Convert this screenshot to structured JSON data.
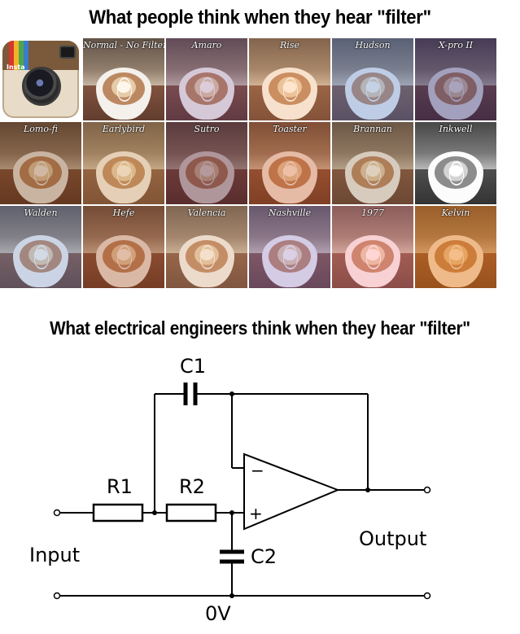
{
  "top_heading": "What people think when they hear \"filter\"",
  "bottom_heading": "What electrical engineers think when they hear \"filter\"",
  "logo_text": "Insta",
  "filters": [
    {
      "label": "Normal - No Filter",
      "tint": "rgba(255,255,255,0.05)"
    },
    {
      "label": "Amaro",
      "tint": "rgba(120,80,160,0.25)"
    },
    {
      "label": "Rise",
      "tint": "rgba(255,180,120,0.25)"
    },
    {
      "label": "Hudson",
      "tint": "rgba(90,140,220,0.35)"
    },
    {
      "label": "X-pro II",
      "tint": "rgba(40,40,120,0.40)"
    },
    {
      "label": "Lomo-fi",
      "tint": "rgba(120,70,30,0.35)"
    },
    {
      "label": "Earlybird",
      "tint": "rgba(200,150,90,0.35)"
    },
    {
      "label": "Sutro",
      "tint": "rgba(90,40,60,0.45)"
    },
    {
      "label": "Toaster",
      "tint": "rgba(200,90,40,0.35)"
    },
    {
      "label": "Brannan",
      "tint": "rgba(150,120,90,0.30)"
    },
    {
      "label": "Inkwell",
      "tint": "grayscale"
    },
    {
      "label": "Walden",
      "tint": "rgba(110,150,220,0.30)"
    },
    {
      "label": "Hefe",
      "tint": "rgba(170,80,40,0.35)"
    },
    {
      "label": "Valencia",
      "tint": "rgba(220,170,130,0.30)"
    },
    {
      "label": "Nashville",
      "tint": "rgba(140,120,220,0.30)"
    },
    {
      "label": "1977",
      "tint": "rgba(255,140,160,0.30)"
    },
    {
      "label": "Kelvin",
      "tint": "rgba(230,120,20,0.45)"
    }
  ],
  "circuit": {
    "labels": {
      "c1": "C1",
      "c2": "C2",
      "r1": "R1",
      "r2": "R2",
      "minus": "−",
      "plus": "+",
      "input": "Input",
      "output": "Output",
      "ground": "0V"
    }
  }
}
